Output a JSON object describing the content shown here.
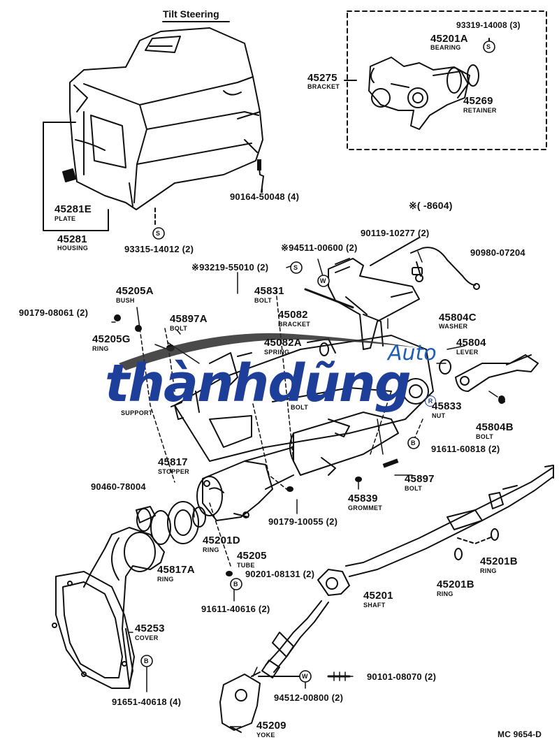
{
  "header": {
    "title": "Tilt Steering",
    "date_note": "※(      -8604)",
    "footer_code": "MC 9654-D"
  },
  "watermark": {
    "brand_main": "thànhdũng",
    "brand_accent": "Auto",
    "colors": {
      "main": "#1e3f99",
      "accent": "#1f5fb4",
      "swoosh": "#2a2a2a"
    }
  },
  "labels": {
    "p93319": "93319-14008 (3)",
    "p45201A": "45201A",
    "p45201A_cap": "BEARING",
    "p45275": "45275",
    "p45275_cap": "BRACKET",
    "p45269": "45269",
    "p45269_cap": "RETAINER",
    "p90164": "90164-50048 (4)",
    "p45281E": "45281E",
    "p45281E_cap": "PLATE",
    "p45281": "45281",
    "p45281_cap": "HOUSING",
    "p93315": "93315-14012 (2)",
    "p90119": "90119-10277 (2)",
    "p94511": "※94511-00600 (2)",
    "p90980": "90980-07204",
    "p93219": "※93219-55010 (2)",
    "p45831": "45831",
    "p45831_cap": "BOLT",
    "p45082": "45082",
    "p45082_cap": "BRACKET",
    "p45205A": "45205A",
    "p45205A_cap": "BUSH",
    "p90179a": "90179-08061 (2)",
    "p45897A": "45897A",
    "p45897A_cap": "BOLT",
    "p45205G": "45205G",
    "p45205G_cap": "RING",
    "p45082A": "45082A",
    "p45082A_cap": "SPRING",
    "p45804C": "45804C",
    "p45804C_cap": "WASHER",
    "p45804": "45804",
    "p45804_cap": "LEVER",
    "p45833": "45833",
    "p45833_cap": "NUT",
    "p45804B": "45804B",
    "p45804B_cap": "BOLT",
    "p91611a": "91611-60818 (2)",
    "p45817": "45817",
    "p45817_cap": "STOPPER",
    "p90460": "90460-78004",
    "p45897": "45897",
    "p45897_cap": "BOLT",
    "p45839": "45839",
    "p45839_cap": "GROMMET",
    "p90179b": "90179-10055 (2)",
    "p45201D": "45201D",
    "p45201D_cap": "RING",
    "p45205": "45205",
    "p45205_cap": "TUBE",
    "p45817A": "45817A",
    "p45817A_cap": "RING",
    "p90201": "90201-08131 (2)",
    "p91611b": "91611-40616 (2)",
    "p45201B1": "45201B",
    "p45201B1_cap": "RING",
    "p45201B2": "45201B",
    "p45201B2_cap": "RING",
    "p45201": "45201",
    "p45201_cap": "SHAFT",
    "p45253": "45253",
    "p45253_cap": "COVER",
    "p91651": "91651-40618 (4)",
    "p90101": "90101-08070 (2)",
    "p94512": "94512-00800 (2)",
    "p45209": "45209",
    "p45209_cap": "YOKE",
    "p_support_cap": "SUPPORT",
    "p_bolt_mid_cap": "BOLT"
  },
  "markers": {
    "s": "S",
    "w": "W",
    "b": "B"
  }
}
